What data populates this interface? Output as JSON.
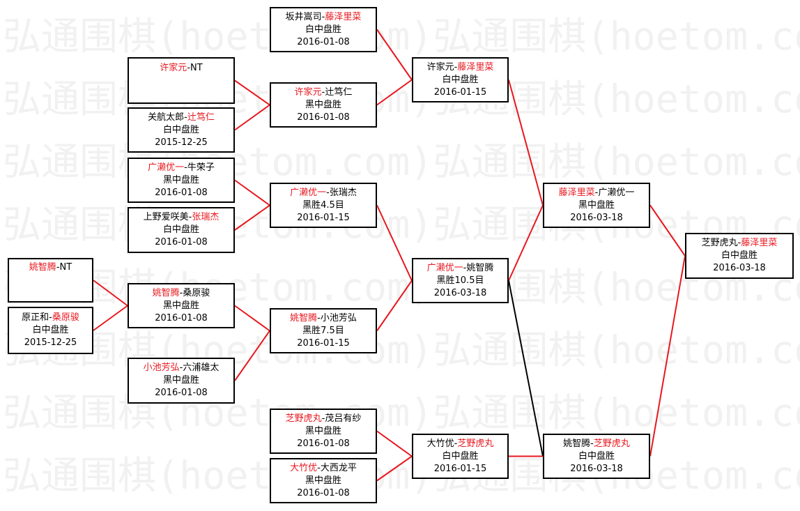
{
  "watermark": {
    "text": "弘通围棋(hoetom.com)弘通围棋(hoetom.com)"
  },
  "colors": {
    "winner": "#e8171e",
    "winner_line": "#e8171e",
    "loser_line": "#000000",
    "border": "#000000"
  },
  "matches": [
    {
      "id": "m1",
      "round": 1,
      "p1": "许家元",
      "p2": "NT",
      "winner": 1,
      "result": "",
      "date": ""
    },
    {
      "id": "m2",
      "round": 1,
      "p1": "关航太郎",
      "p2": "辻笃仁",
      "winner": 2,
      "result": "白中盘胜",
      "date": "2015-12-25"
    },
    {
      "id": "m3",
      "round": 1,
      "p1": "广濑优一",
      "p2": "牛荣子",
      "winner": 1,
      "result": "黑中盘胜",
      "date": "2016-01-08"
    },
    {
      "id": "m4",
      "round": 1,
      "p1": "上野爱咲美",
      "p2": "张瑞杰",
      "winner": 2,
      "result": "白中盘胜",
      "date": "2016-01-08"
    },
    {
      "id": "m5",
      "round": 0,
      "p1": "姚智腾",
      "p2": "NT",
      "winner": 1,
      "result": "",
      "date": ""
    },
    {
      "id": "m6",
      "round": 0,
      "p1": "原正和",
      "p2": "桑原骏",
      "winner": 2,
      "result": "白中盘胜",
      "date": "2015-12-25"
    },
    {
      "id": "m7",
      "round": 1,
      "p1": "姚智腾",
      "p2": "桑原骏",
      "winner": 1,
      "result": "黑中盘胜",
      "date": "2016-01-08"
    },
    {
      "id": "m8",
      "round": 1,
      "p1": "小池芳弘",
      "p2": "六浦雄太",
      "winner": 1,
      "result": "黑中盘胜",
      "date": "2016-01-08"
    },
    {
      "id": "m9",
      "round": 2,
      "p1": "坂井嵩司",
      "p2": "藤泽里菜",
      "winner": 2,
      "result": "白中盘胜",
      "date": "2016-01-08"
    },
    {
      "id": "m10",
      "round": 2,
      "p1": "许家元",
      "p2": "辻笃仁",
      "winner": 1,
      "result": "黑中盘胜",
      "date": "2016-01-08"
    },
    {
      "id": "m11",
      "round": 2,
      "p1": "广濑优一",
      "p2": "张瑞杰",
      "winner": 1,
      "result": "黑胜4.5目",
      "date": "2016-01-15"
    },
    {
      "id": "m12",
      "round": 2,
      "p1": "姚智腾",
      "p2": "小池芳弘",
      "winner": 1,
      "result": "黑胜7.5目",
      "date": "2016-01-15"
    },
    {
      "id": "m13",
      "round": 2,
      "p1": "芝野虎丸",
      "p2": "茂吕有纱",
      "winner": 1,
      "result": "黑中盘胜",
      "date": "2016-01-08"
    },
    {
      "id": "m14",
      "round": 2,
      "p1": "大竹优",
      "p2": "大西龙平",
      "winner": 1,
      "result": "黑中盘胜",
      "date": "2016-01-08"
    },
    {
      "id": "m15",
      "round": 3,
      "p1": "许家元",
      "p2": "藤泽里菜",
      "winner": 2,
      "result": "白中盘胜",
      "date": "2016-01-15"
    },
    {
      "id": "m16",
      "round": 3,
      "p1": "广濑优一",
      "p2": "姚智腾",
      "winner": 1,
      "result": "黑胜10.5目",
      "date": "2016-03-18"
    },
    {
      "id": "m17",
      "round": 3,
      "p1": "大竹优",
      "p2": "芝野虎丸",
      "winner": 2,
      "result": "白中盘胜",
      "date": "2016-01-15"
    },
    {
      "id": "m18",
      "round": 4,
      "p1": "藤泽里菜",
      "p2": "广濑优一",
      "winner": 1,
      "result": "黑中盘胜",
      "date": "2016-03-18"
    },
    {
      "id": "m19",
      "round": 4,
      "p1": "姚智腾",
      "p2": "芝野虎丸",
      "winner": 2,
      "result": "白中盘胜",
      "date": "2016-03-18"
    },
    {
      "id": "m20",
      "round": 5,
      "p1": "芝野虎丸",
      "p2": "藤泽里菜",
      "winner": 2,
      "result": "白中盘胜",
      "date": "2016-03-18"
    }
  ],
  "links": [
    {
      "from": "m1",
      "to": "m10",
      "color": "winner"
    },
    {
      "from": "m2",
      "to": "m10",
      "color": "winner"
    },
    {
      "from": "m3",
      "to": "m11",
      "color": "winner"
    },
    {
      "from": "m4",
      "to": "m11",
      "color": "winner"
    },
    {
      "from": "m5",
      "to": "m7",
      "color": "winner"
    },
    {
      "from": "m6",
      "to": "m7",
      "color": "winner"
    },
    {
      "from": "m7",
      "to": "m12",
      "color": "winner"
    },
    {
      "from": "m8",
      "to": "m12",
      "color": "winner"
    },
    {
      "from": "m9",
      "to": "m15",
      "color": "winner"
    },
    {
      "from": "m10",
      "to": "m15",
      "color": "winner"
    },
    {
      "from": "m11",
      "to": "m16",
      "color": "winner"
    },
    {
      "from": "m12",
      "to": "m16",
      "color": "winner"
    },
    {
      "from": "m13",
      "to": "m17",
      "color": "winner"
    },
    {
      "from": "m14",
      "to": "m17",
      "color": "winner"
    },
    {
      "from": "m15",
      "to": "m18",
      "color": "winner"
    },
    {
      "from": "m16",
      "to": "m18",
      "color": "winner"
    },
    {
      "from": "m16",
      "to": "m19",
      "color": "loser"
    },
    {
      "from": "m17",
      "to": "m19",
      "color": "winner"
    },
    {
      "from": "m18",
      "to": "m20",
      "color": "winner"
    },
    {
      "from": "m19",
      "to": "m20",
      "color": "winner"
    }
  ]
}
